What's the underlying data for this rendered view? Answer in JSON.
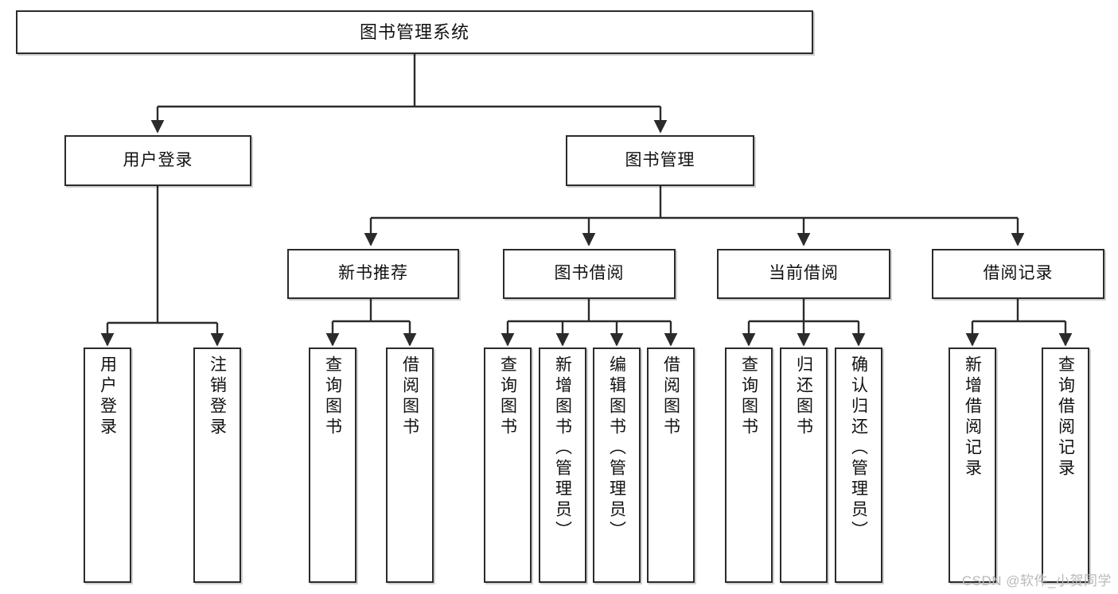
{
  "diagram": {
    "title": "图书管理系统",
    "type": "tree-hierarchy-chart",
    "watermark": "CSDN @软件_小贺同学",
    "colors": {
      "box_border": "#2b2b2b",
      "box_fill": "#ffffff",
      "connector": "#2b2b2b",
      "text": "#111111",
      "watermark": "#b9b9b9"
    },
    "nodes": {
      "root": {
        "label": "图书管理系统"
      },
      "level2": [
        {
          "label": "用户登录"
        },
        {
          "label": "图书管理"
        }
      ],
      "level3": [
        {
          "label": "新书推荐"
        },
        {
          "label": "图书借阅"
        },
        {
          "label": "当前借阅"
        },
        {
          "label": "借阅记录"
        }
      ],
      "leaves": {
        "user_login": [
          {
            "label": "用户登录"
          },
          {
            "label": "注销登录"
          }
        ],
        "new_book_recommend": [
          {
            "label": "查询图书"
          },
          {
            "label": "借阅图书"
          }
        ],
        "book_borrow": [
          {
            "label": "查询图书"
          },
          {
            "label": "新增图书（管理员）"
          },
          {
            "label": "编辑图书（管理员）"
          },
          {
            "label": "借阅图书"
          }
        ],
        "current_borrow": [
          {
            "label": "查询图书"
          },
          {
            "label": "归还图书"
          },
          {
            "label": "确认归还（管理员）"
          }
        ],
        "borrow_record": [
          {
            "label": "新增借阅记录"
          },
          {
            "label": "查询借阅记录"
          }
        ]
      }
    }
  }
}
